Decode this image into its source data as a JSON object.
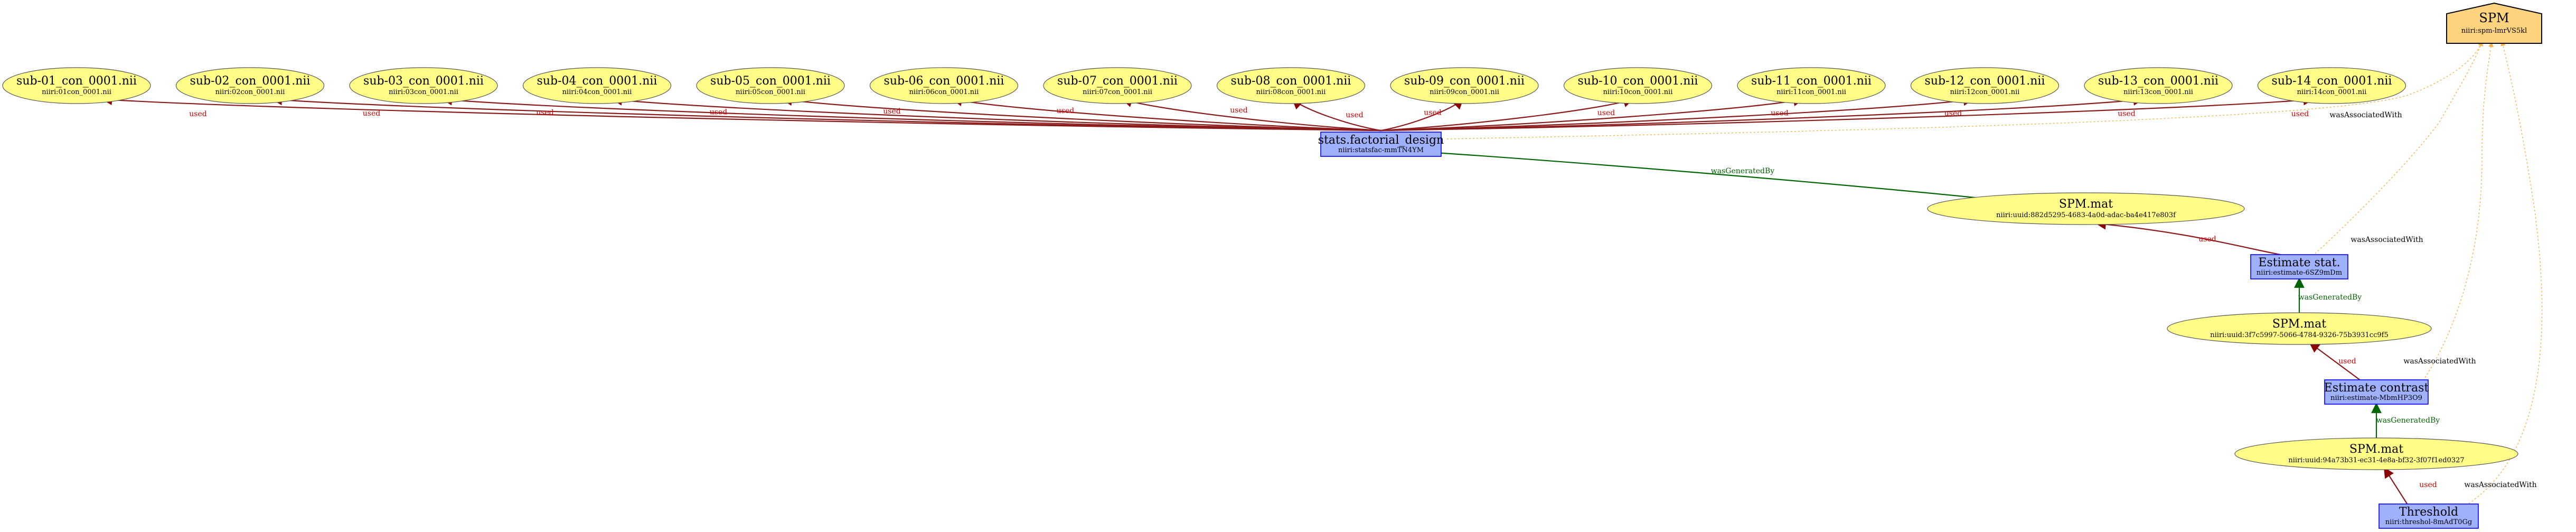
{
  "colors": {
    "entity_fill": "#fffc87",
    "activity_fill": "#9fb1fc",
    "activity_stroke": "#0000ff",
    "agent_fill": "#fed37f",
    "used": "#cc0000",
    "used_line": "#8b1a1a",
    "generated": "#006400",
    "associated": "#f5b041"
  },
  "agent": {
    "title": "SPM",
    "sub": "niiri:spm-lmrVS5kl"
  },
  "inputs": [
    {
      "title": "sub-01_con_0001.nii",
      "sub": "niiri:01con_0001.nii"
    },
    {
      "title": "sub-02_con_0001.nii",
      "sub": "niiri:02con_0001.nii"
    },
    {
      "title": "sub-03_con_0001.nii",
      "sub": "niiri:03con_0001.nii"
    },
    {
      "title": "sub-04_con_0001.nii",
      "sub": "niiri:04con_0001.nii"
    },
    {
      "title": "sub-05_con_0001.nii",
      "sub": "niiri:05con_0001.nii"
    },
    {
      "title": "sub-06_con_0001.nii",
      "sub": "niiri:06con_0001.nii"
    },
    {
      "title": "sub-07_con_0001.nii",
      "sub": "niiri:07con_0001.nii"
    },
    {
      "title": "sub-08_con_0001.nii",
      "sub": "niiri:08con_0001.nii"
    },
    {
      "title": "sub-09_con_0001.nii",
      "sub": "niiri:09con_0001.nii"
    },
    {
      "title": "sub-10_con_0001.nii",
      "sub": "niiri:10con_0001.nii"
    },
    {
      "title": "sub-11_con_0001.nii",
      "sub": "niiri:11con_0001.nii"
    },
    {
      "title": "sub-12_con_0001.nii",
      "sub": "niiri:12con_0001.nii"
    },
    {
      "title": "sub-13_con_0001.nii",
      "sub": "niiri:13con_0001.nii"
    },
    {
      "title": "sub-14_con_0001.nii",
      "sub": "niiri:14con_0001.nii"
    }
  ],
  "activities": {
    "design": {
      "title": "stats.factorial_design",
      "sub": "niiri:statsfac-mmTN4YM"
    },
    "estimate": {
      "title": "Estimate stat.",
      "sub": "niiri:estimate-6SZ9mDm"
    },
    "contrast": {
      "title": "Estimate contrast",
      "sub": "niiri:estimate-MbmHP3O9"
    },
    "threshold": {
      "title": "Threshold",
      "sub": "niiri:threshol-8mAdT0Gg"
    }
  },
  "entities": {
    "spm1": {
      "title": "SPM.mat",
      "sub": "niiri:uuid:882d5295-4683-4a0d-adac-ba4e417e803f"
    },
    "spm2": {
      "title": "SPM.mat",
      "sub": "niiri:uuid:3f7c5997-5066-4784-9326-75b3931cc9f5"
    },
    "spm3": {
      "title": "SPM.mat",
      "sub": "niiri:uuid:94a73b31-ec31-4e8a-bf32-3f07f1ed0327"
    }
  },
  "edge_labels": {
    "used": "used",
    "wasGeneratedBy": "wasGeneratedBy",
    "wasAssociatedWith": "wasAssociatedWith"
  }
}
